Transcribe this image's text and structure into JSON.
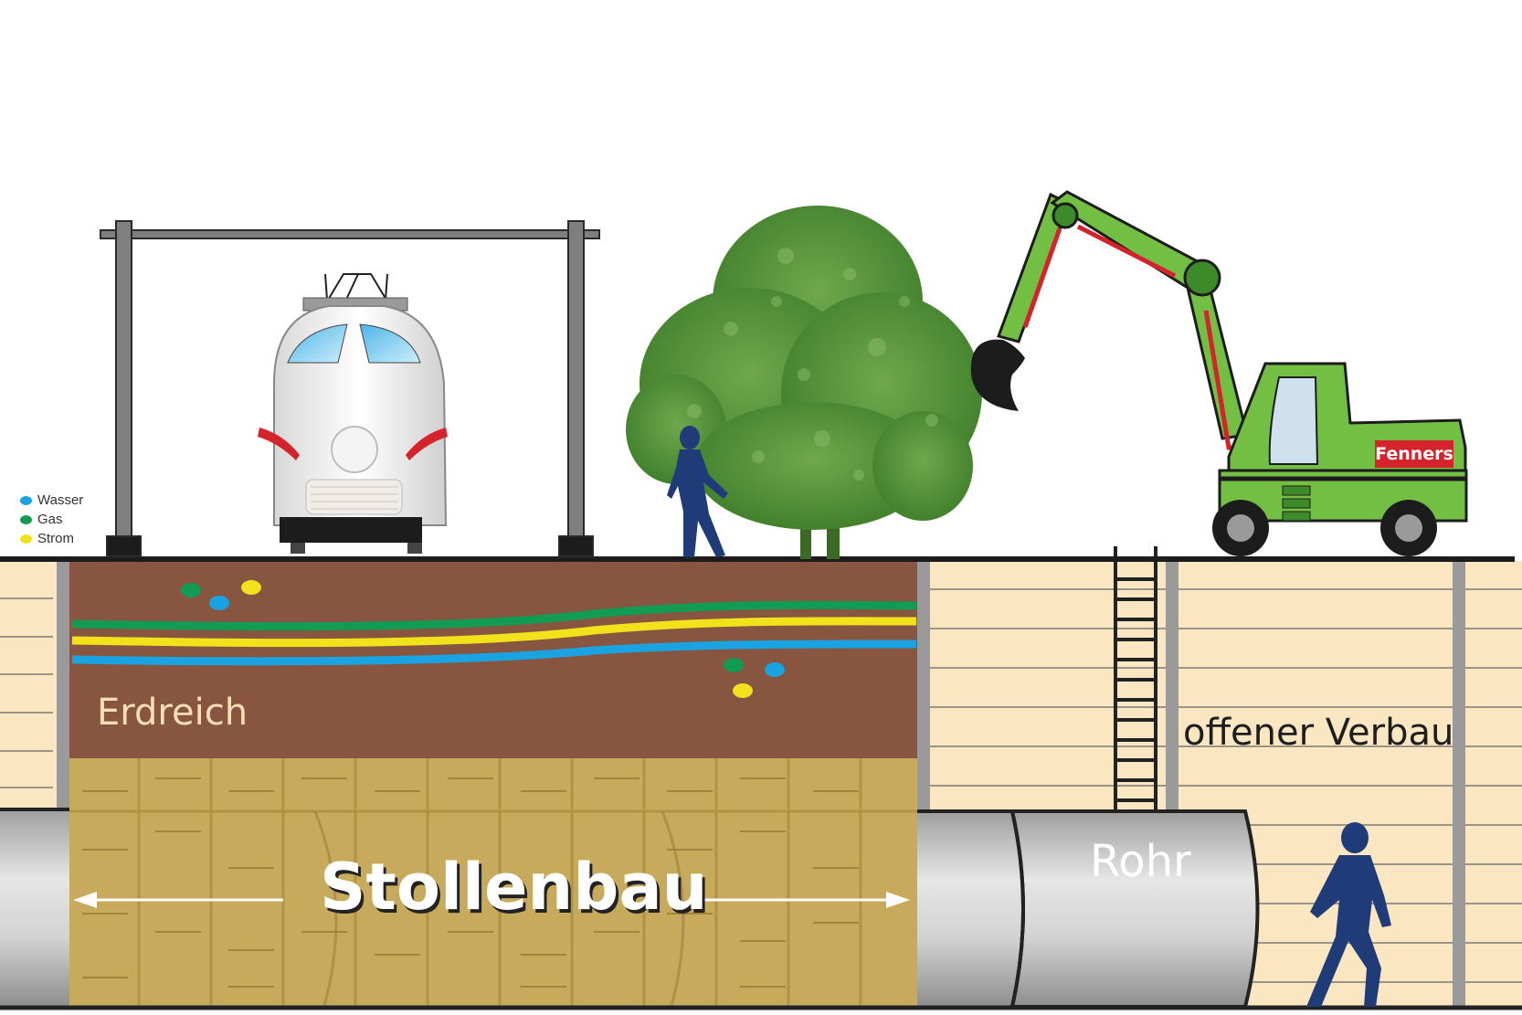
{
  "legend": {
    "items": [
      {
        "label": "Wasser",
        "color": "#1aa3e0"
      },
      {
        "label": "Gas",
        "color": "#129b52"
      },
      {
        "label": "Strom",
        "color": "#f2e21b"
      }
    ]
  },
  "labels": {
    "erdreich": "Erdreich",
    "stollenbau": "Stollenbau",
    "rohr": "Rohr",
    "offener_verbau": "offener Verbau",
    "fenners": "Fenners"
  },
  "colors": {
    "soil": "#875540",
    "tunnel_fill": "#c7aa5c",
    "excavation": "#fbe6c2",
    "excavator": "#73bf44",
    "tree": "#4a8a30",
    "person": "#1f3c78",
    "pipe": "#bcbcbc"
  }
}
